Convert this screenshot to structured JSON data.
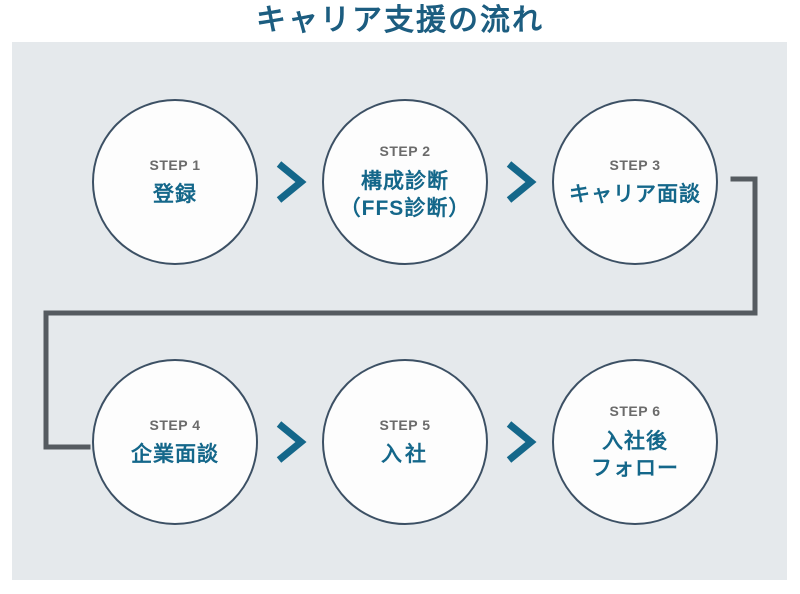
{
  "title": "キャリア支援の流れ",
  "colors": {
    "title": "#1c5d80",
    "panel_bg": "#e5e9ec",
    "circle_border": "#3c5064",
    "circle_fill": "#fdfdfd",
    "step_label": "#6b6b6b",
    "node_text": "#14678a",
    "chevron": "#14678a",
    "connector": "#555b60",
    "page_bg": "#ffffff"
  },
  "nodes": [
    {
      "step": "STEP 1",
      "title": "登録",
      "line2": ""
    },
    {
      "step": "STEP 2",
      "title": "構成診断",
      "line2": "（FFS診断）"
    },
    {
      "step": "STEP 3",
      "title": "キャリア面談",
      "line2": ""
    },
    {
      "step": "STEP 4",
      "title": "企業面談",
      "line2": ""
    },
    {
      "step": "STEP 5",
      "title": "入社",
      "line2": ""
    },
    {
      "step": "STEP 6",
      "title": "入社後",
      "line2": "フォロー"
    }
  ],
  "arrows": [
    {
      "name": "chevron-step1-to-step2"
    },
    {
      "name": "chevron-step2-to-step3"
    },
    {
      "name": "chevron-step4-to-step5"
    },
    {
      "name": "chevron-step5-to-step6"
    }
  ],
  "connector": {
    "name": "connector-step3-to-step4"
  }
}
